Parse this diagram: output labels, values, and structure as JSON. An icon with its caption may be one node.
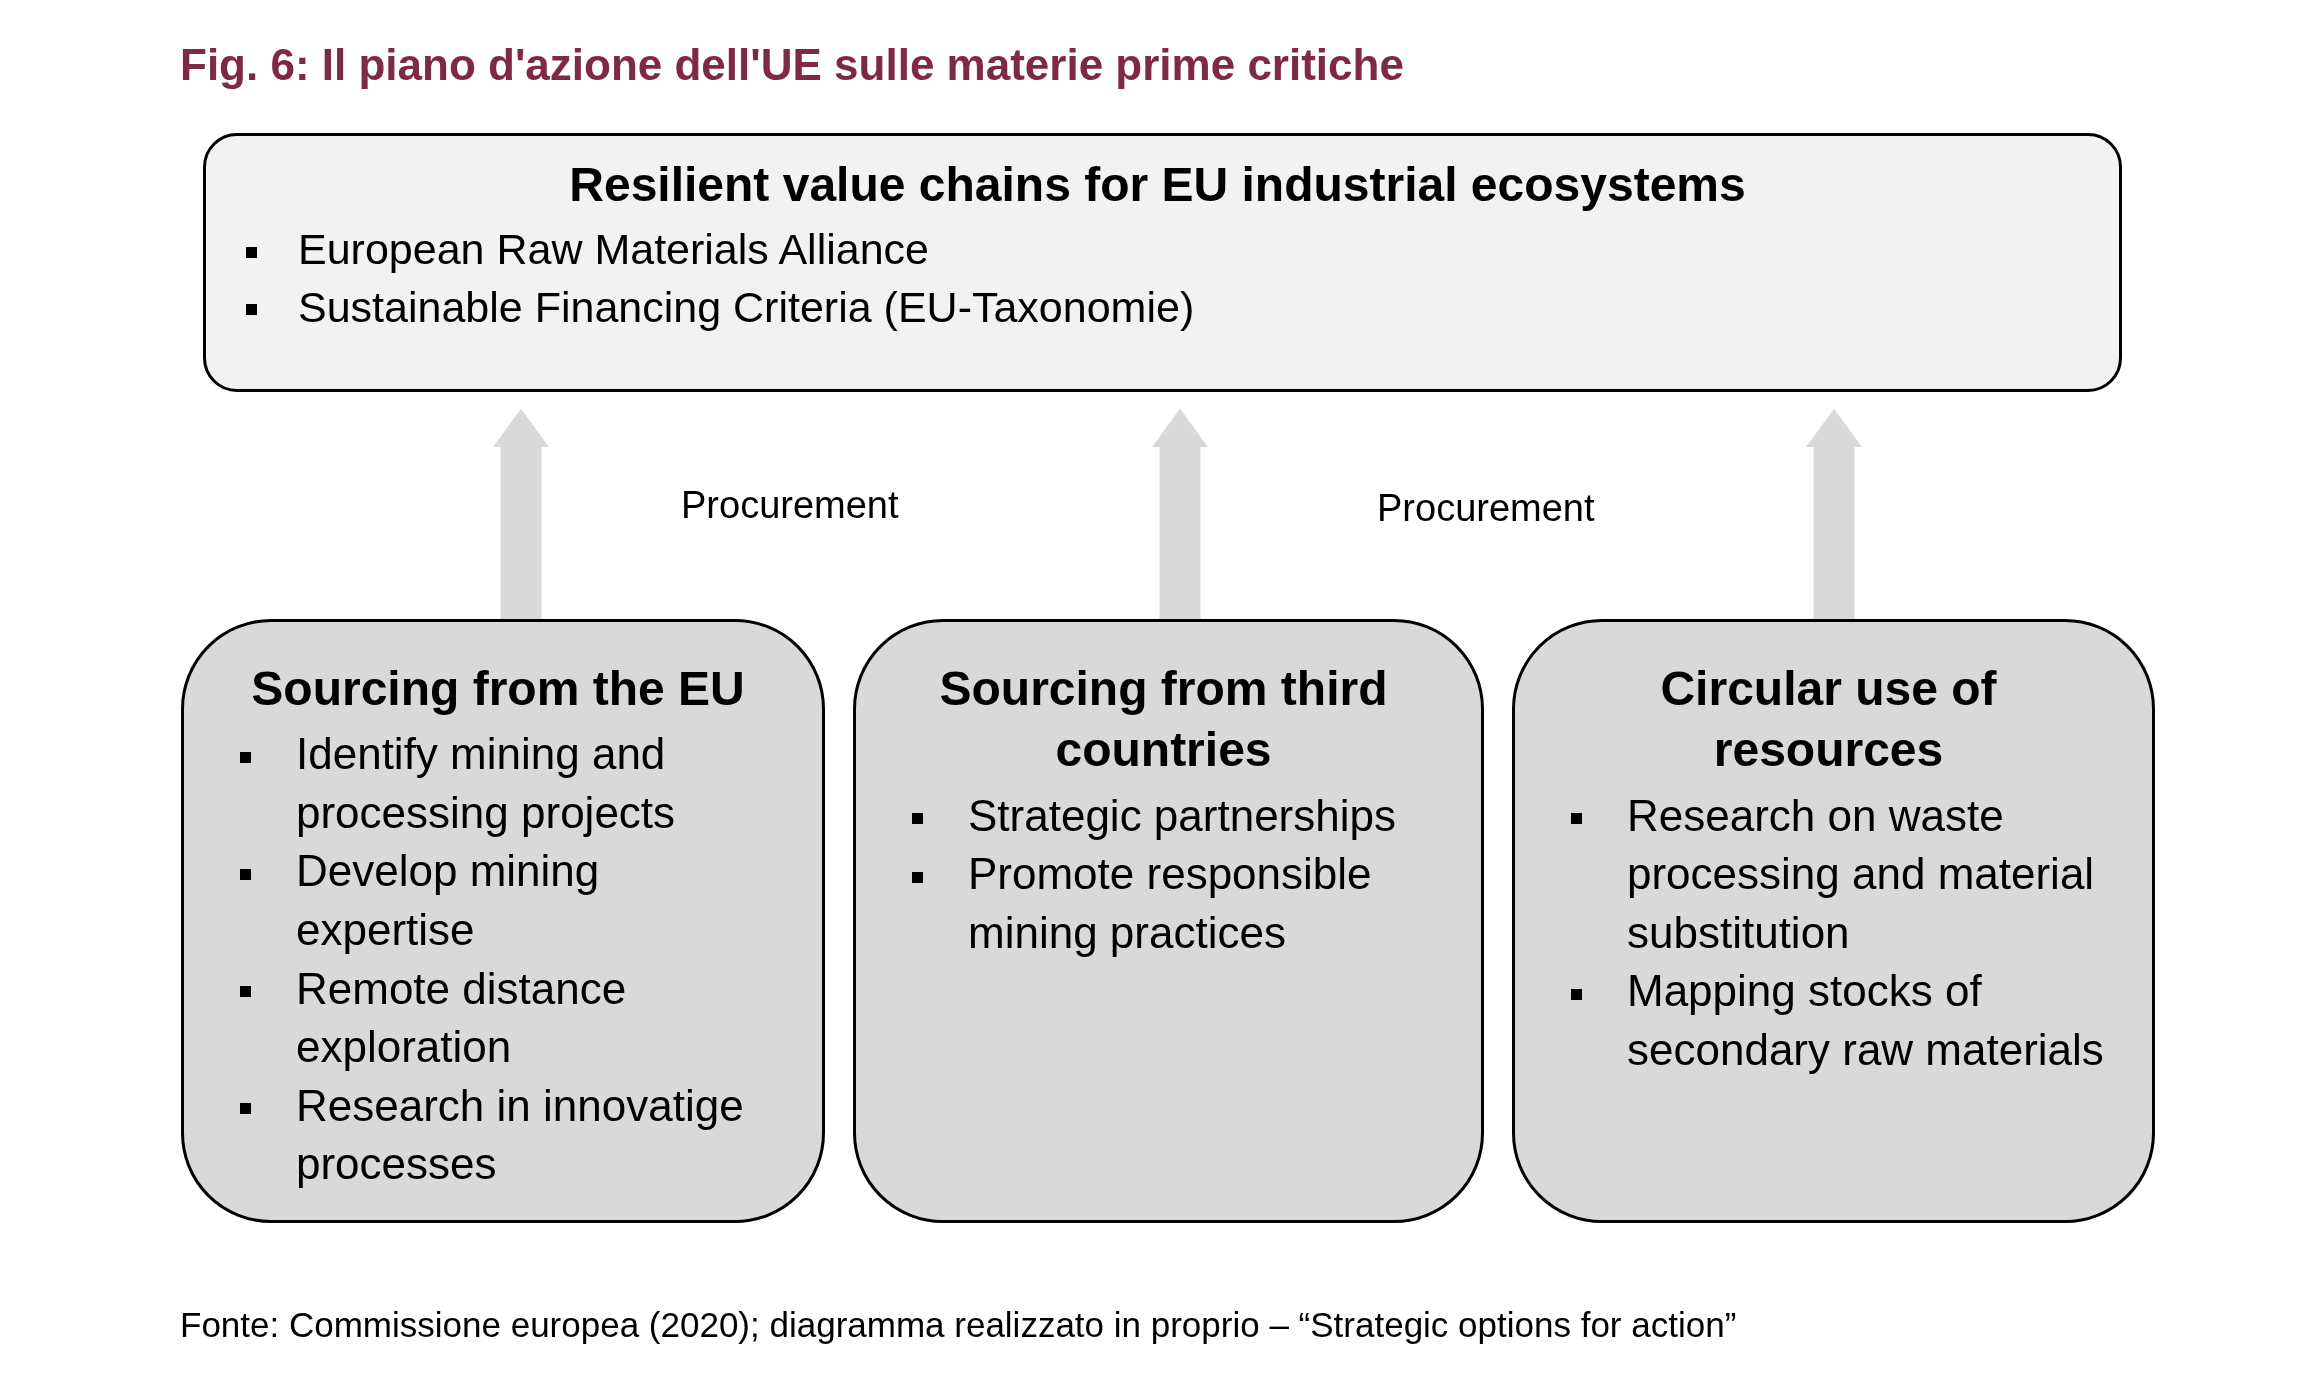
{
  "diagram": {
    "title": "Fig. 6: Il piano d'azione dell'UE sulle materie prime critiche",
    "nodes": [
      {
        "text": [
          "Resilient value chains for EU industrial ecosystems",
          "European Raw Materials Alliance",
          "Sustainable Financing Criteria (EU-Taxonomie)"
        ]
      },
      {
        "text": [
          "Sourcing from the EU",
          "Identify mining and processing projects",
          "Develop mining expertise",
          "Remote distance exploration",
          "Research in innovatige processes"
        ]
      },
      {
        "text": [
          "Sourcing from third countries",
          "Strategic partnerships",
          "Promote responsible mining practices"
        ]
      },
      {
        "text": [
          "Circular use of resources",
          "Research on waste processing and material substitution",
          "Mapping stocks of secondary raw materials"
        ]
      }
    ],
    "edges": [
      {
        "from": 1,
        "to": 0,
        "arrow": "to"
      },
      {
        "from": 2,
        "to": 0,
        "arrow": "to"
      },
      {
        "from": 3,
        "to": 0,
        "arrow": "to"
      }
    ],
    "labels": [
      "Procurement",
      "Procurement"
    ],
    "caption": "Fonte: Commissione europea (2020); diagramma realizzato in proprio – “Strategic options for action”"
  }
}
